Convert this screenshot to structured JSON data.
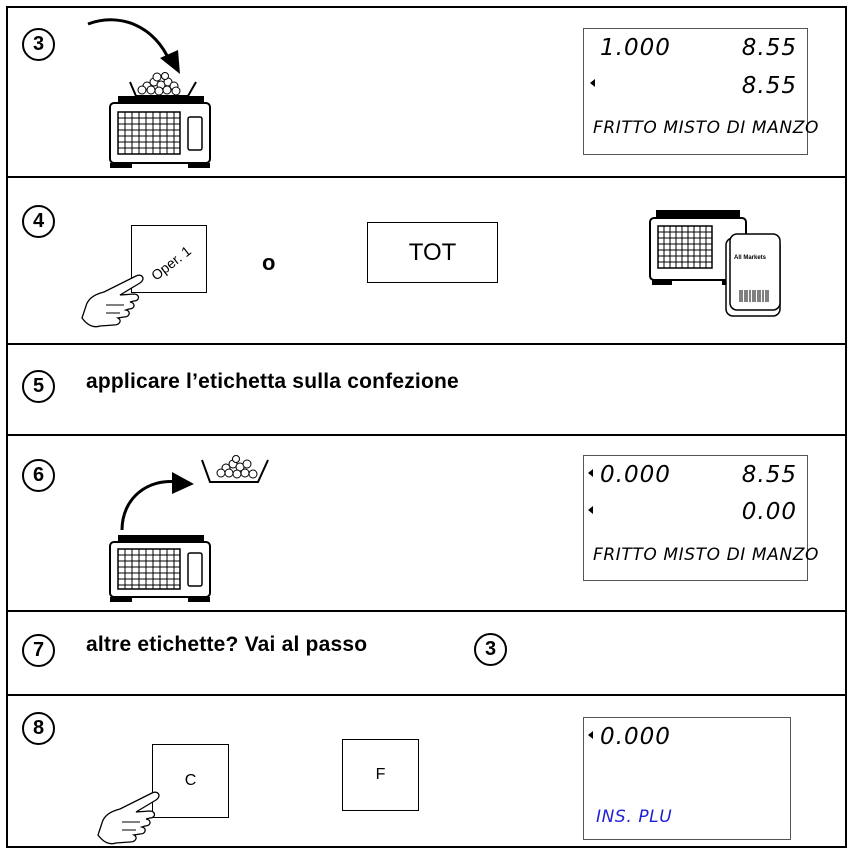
{
  "steps": [
    {
      "number": "3"
    },
    {
      "number": "4"
    },
    {
      "number": "5",
      "instruction": "applicare l’etichetta sulla confezione"
    },
    {
      "number": "6"
    },
    {
      "number": "7",
      "instruction": "altre etichette?  Vai al passo",
      "goto": "3"
    },
    {
      "number": "8"
    }
  ],
  "displays": {
    "step3": {
      "weight": "1.000",
      "unit_price": "8.55",
      "total": "8.55",
      "product": "FRITTO MISTO DI MANZO"
    },
    "step6": {
      "weight": "0.000",
      "unit_price": "8.55",
      "total": "0.00",
      "product": "FRITTO MISTO DI MANZO"
    },
    "step8": {
      "weight": "0.000",
      "message": "INS. PLU"
    }
  },
  "keys": {
    "oper": "Oper. 1",
    "or": "o",
    "tot": "TOT",
    "c": "C",
    "f": "F"
  },
  "label_card": {
    "brand": "All Markets"
  },
  "colors": {
    "lcd_message": "#1f1fd6"
  }
}
